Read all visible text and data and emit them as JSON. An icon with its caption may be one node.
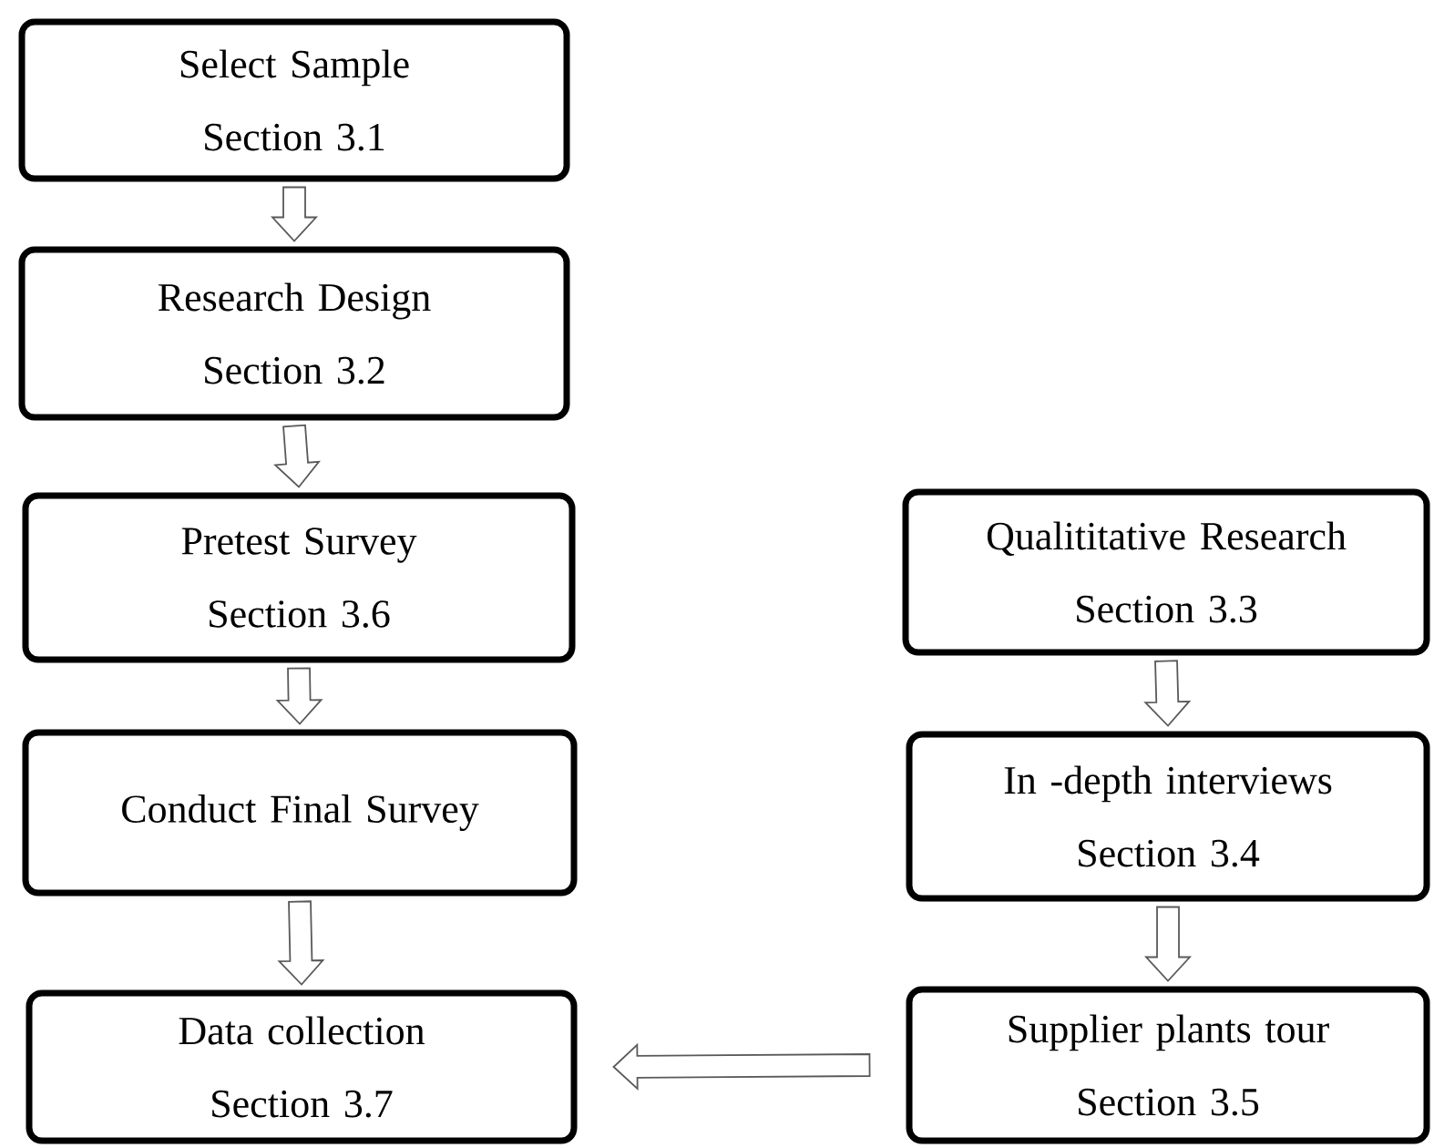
{
  "diagram": {
    "nodes": [
      {
        "text": [
          "Select Sample",
          "Section 3.1"
        ]
      },
      {
        "text": [
          "Research Design",
          "Section 3.2"
        ]
      },
      {
        "text": [
          "Pretest Survey",
          "Section 3.6"
        ]
      },
      {
        "text": [
          "Conduct Final Survey"
        ]
      },
      {
        "text": [
          "Data collection",
          "Section 3.7"
        ]
      },
      {
        "text": [
          "Qualititative Research",
          "Section 3.3"
        ]
      },
      {
        "text": [
          "In -depth interviews",
          "Section 3.4"
        ]
      },
      {
        "text": [
          "Supplier plants tour",
          "Section 3.5"
        ]
      }
    ],
    "edges": [
      {
        "from": 0,
        "to": 1,
        "arrow": "to"
      },
      {
        "from": 1,
        "to": 2,
        "arrow": "to"
      },
      {
        "from": 2,
        "to": 3,
        "arrow": "to"
      },
      {
        "from": 3,
        "to": 4,
        "arrow": "to"
      },
      {
        "from": 5,
        "to": 6,
        "arrow": "to"
      },
      {
        "from": 6,
        "to": 7,
        "arrow": "to"
      },
      {
        "from": 7,
        "to": 4,
        "arrow": "to"
      }
    ]
  }
}
